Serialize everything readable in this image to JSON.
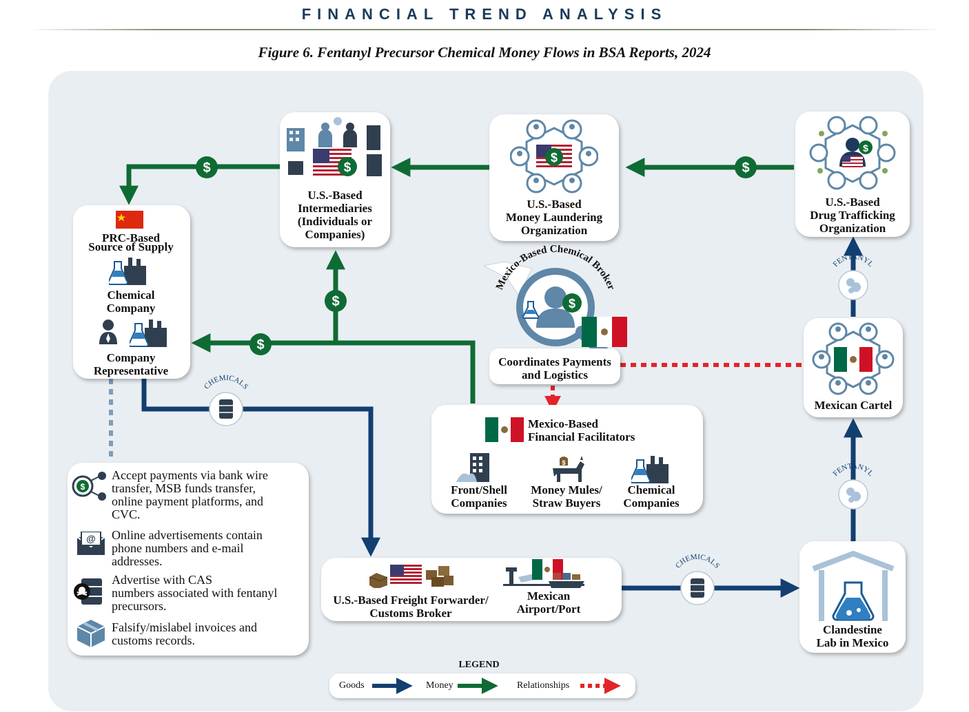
{
  "header": "FINANCIAL TREND ANALYSIS",
  "caption": "Figure 6. Fentanyl Precursor Chemical Money Flows in BSA Reports, 2024",
  "nodes": {
    "prc_title_1": "PRC-Based",
    "prc_title_2": "Source of Supply",
    "chemical_company": "Chemical\nCompany",
    "company_rep": "Company\nRepresentative",
    "us_intermediaries": "U.S.-Based\nIntermediaries\n(Individuals or\nCompanies)",
    "us_mlo": "U.S.-Based\nMoney Laundering\nOrganization",
    "us_dto": "U.S.-Based\nDrug Trafficking\nOrganization",
    "broker_arc": "Mexico-Based Chemical Broker",
    "broker_role": "Coordinates Payments\nand Logistics",
    "mx_facilitators": "Mexico-Based\nFinancial Facilitators",
    "front_shell": "Front/Shell\nCompanies",
    "money_mules": "Money Mules/\nStraw Buyers",
    "chem_companies": "Chemical\nCompanies",
    "mexican_cartel": "Mexican Cartel",
    "freight_forwarder": "U.S.-Based Freight Forwarder/\nCustoms Broker",
    "mx_airport": "Mexican\nAirport/Port",
    "clandestine_lab": "Clandestine\nLab in Mexico"
  },
  "flow_labels": {
    "chemicals_1": "CHEMICALS",
    "chemicals_2": "CHEMICALS",
    "fentanyl_1": "FENTANYL",
    "fentanyl_2": "FENTANYL",
    "money_symbol": "$"
  },
  "indicators": [
    {
      "icon": "payment-network-icon",
      "text": "Accept payments via bank wire\ntransfer, MSB funds transfer,\nonline payment platforms, and\nCVC."
    },
    {
      "icon": "email-at-icon",
      "text": "Online advertisements contain\nphone numbers and e-mail\naddresses."
    },
    {
      "icon": "toxic-barrel-icon",
      "text": "Advertise with CAS\nnumbers associated with fentanyl\nprecursors."
    },
    {
      "icon": "box-icon",
      "text": "Falsify/mislabel invoices and\ncustoms records."
    }
  ],
  "legend": {
    "title": "LEGEND",
    "goods": "Goods",
    "money": "Money",
    "relationships": "Relationships"
  },
  "colors": {
    "goods": "#123f70",
    "money": "#0f6b34",
    "relationships": "#e3242b",
    "panel": "#e9eef2",
    "icon_blue": "#5e87a8"
  }
}
